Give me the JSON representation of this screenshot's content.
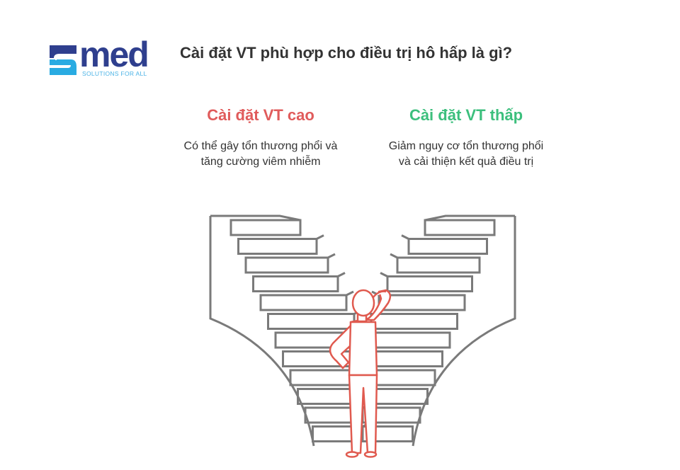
{
  "logo": {
    "word": "med",
    "tagline": "SOLUTIONS FOR ALL"
  },
  "title": "Cài đặt VT phù hợp cho điều trị hô hấp là gì?",
  "options": [
    {
      "heading": "Cài đặt VT cao",
      "description": "Có thể gây tổn thương phổi và tăng cường viêm nhiễm",
      "color": "#e05b5b"
    },
    {
      "heading": "Cài đặt VT thấp",
      "description": "Giảm nguy cơ tổn thương phổi và cải thiện kết quả điều trị",
      "color": "#3cbf7d"
    }
  ],
  "colors": {
    "stairs": "#7a7a7a",
    "person": "#e05a4f",
    "brand_dark": "#2f3f8e",
    "brand_light": "#29abe2"
  }
}
